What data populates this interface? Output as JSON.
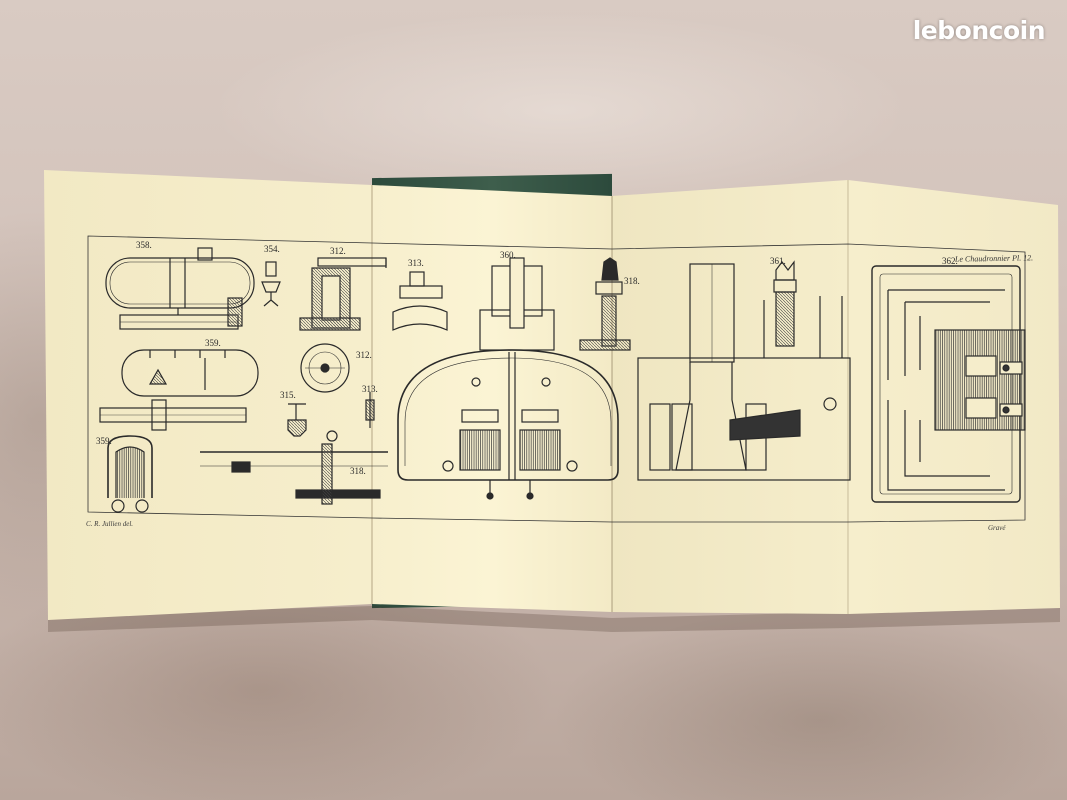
{
  "watermark": "leboncoin",
  "plate": {
    "header": "Le Chaudronnier  Pl. 12.",
    "draughtsman": "C. R. Jullien del.",
    "engraver": "Gravé",
    "figures": [
      "358.",
      "354.",
      "312.",
      "313.",
      "360.",
      "318.",
      "361.",
      "362.",
      "359.",
      "312.",
      "315.",
      "313.",
      "359.",
      "318."
    ]
  },
  "colors": {
    "paper": "#f4ecc9",
    "ink": "#2a2a2a",
    "binding": "#3e5e4c",
    "watermark": "#ffffff"
  }
}
